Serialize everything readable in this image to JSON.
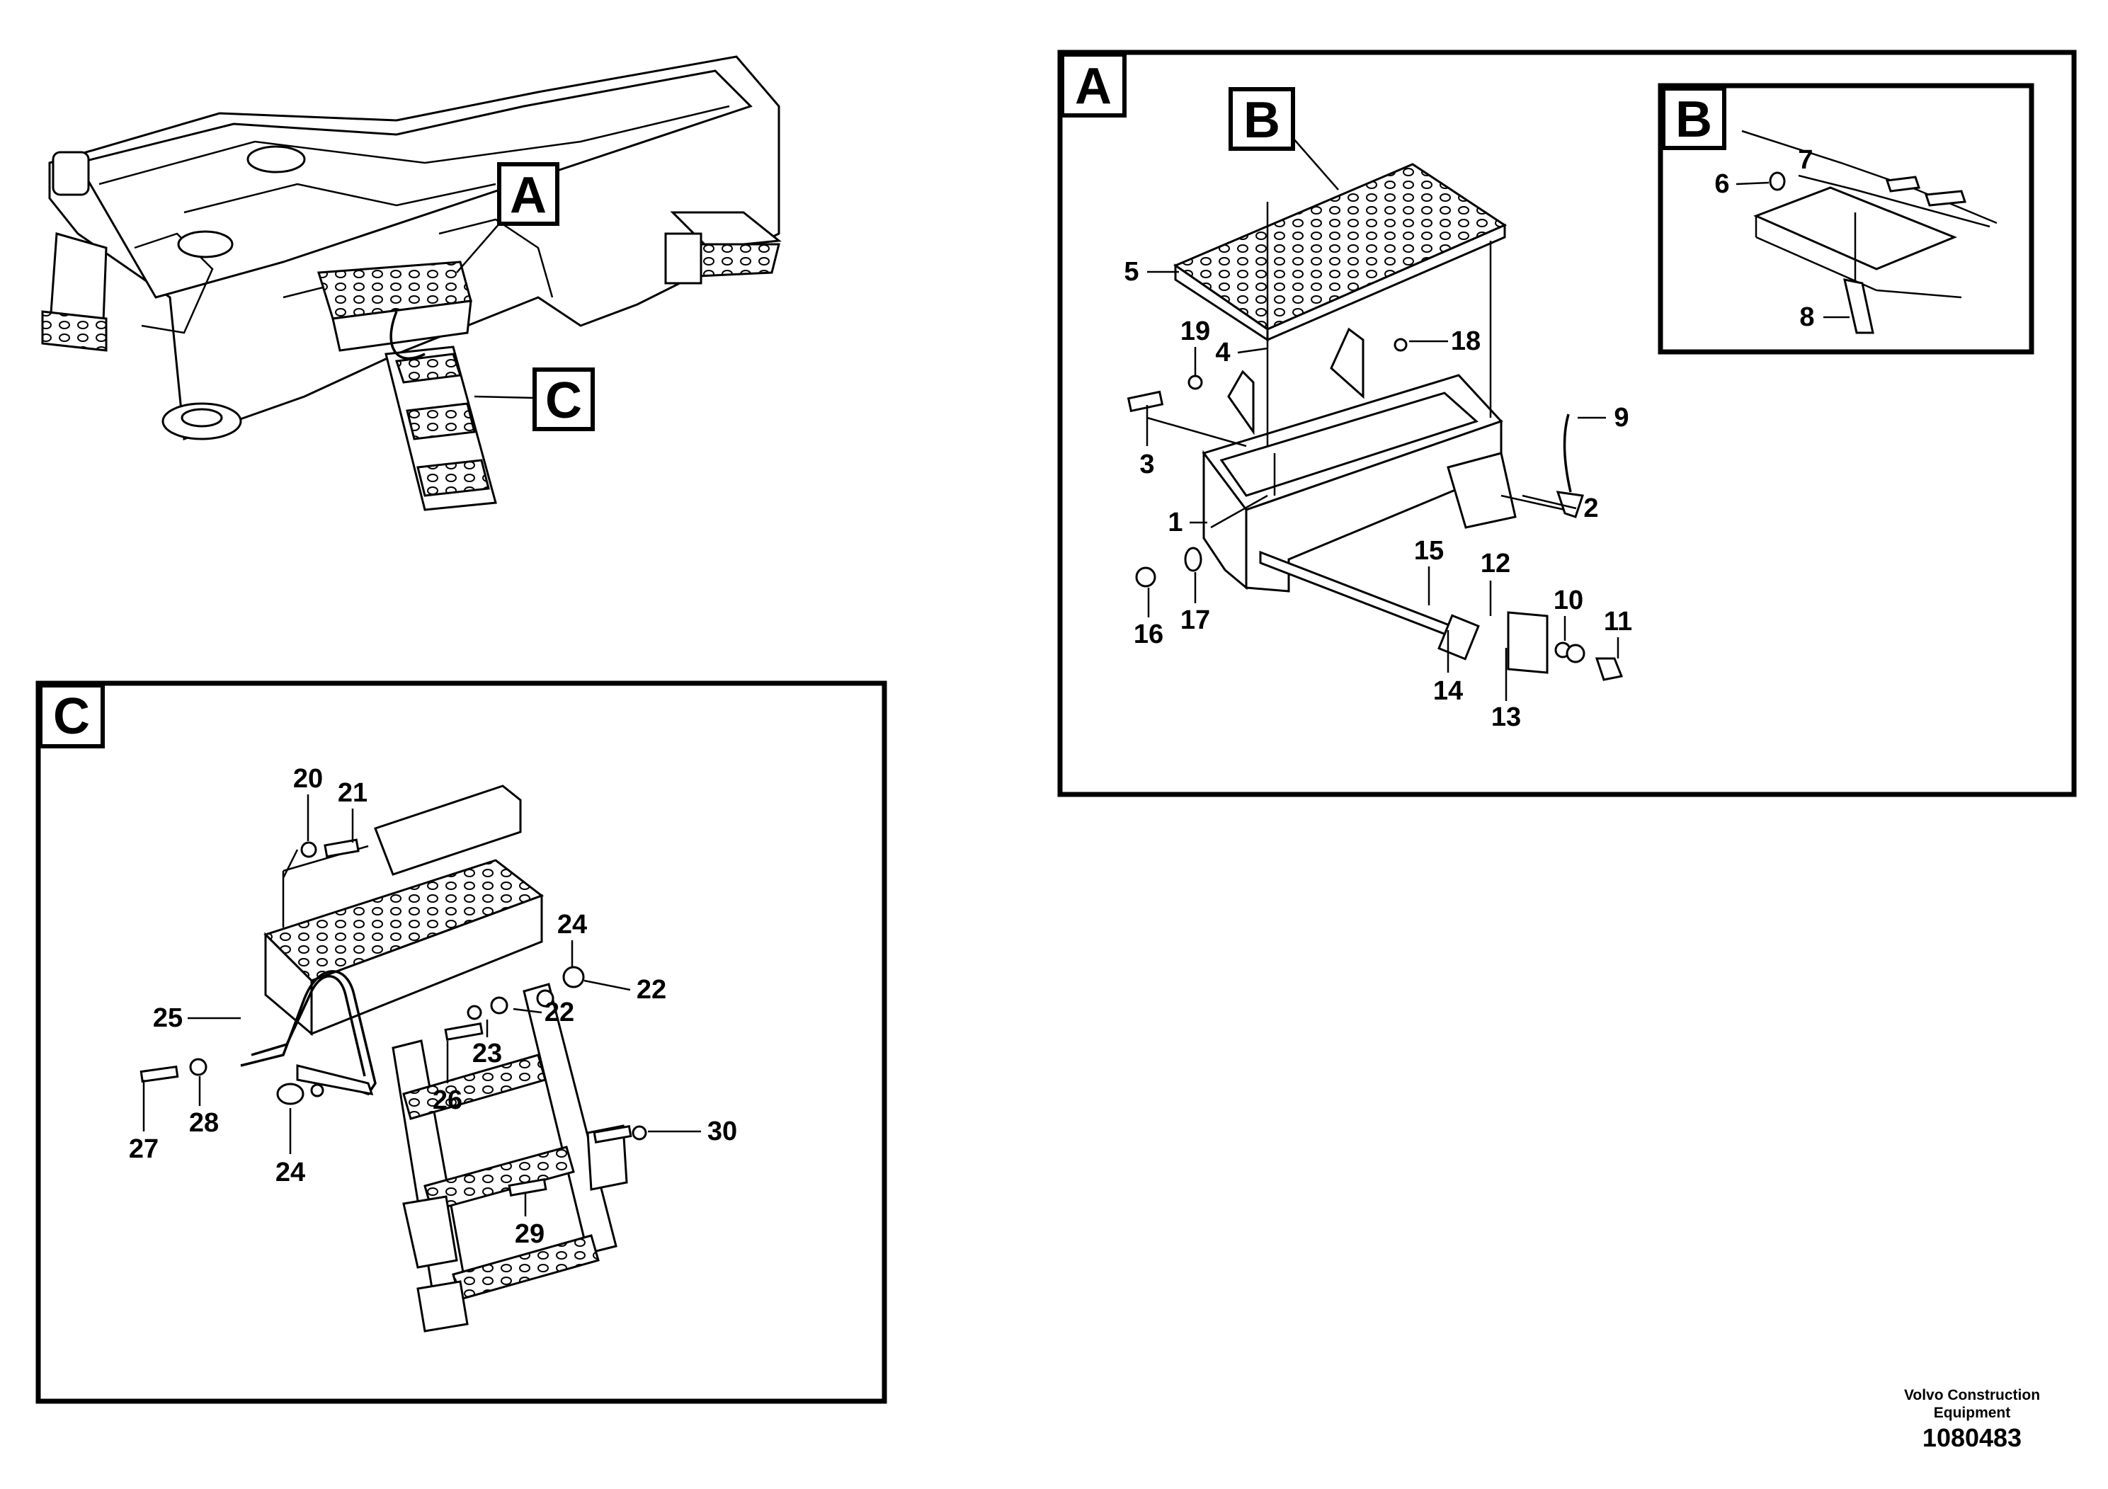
{
  "panels": {
    "A": {
      "letter": "A",
      "sub_letter": "B"
    },
    "B": {
      "letter": "B"
    },
    "C": {
      "letter": "C"
    }
  },
  "overview_callouts": [
    "A",
    "C"
  ],
  "part_labels_A": [
    "1",
    "2",
    "3",
    "4",
    "5",
    "9",
    "10",
    "11",
    "12",
    "13",
    "14",
    "15",
    "16",
    "17",
    "18",
    "19"
  ],
  "part_labels_B": [
    "6",
    "7",
    "8"
  ],
  "part_labels_C": [
    "20",
    "21",
    "22",
    "22",
    "23",
    "24",
    "24",
    "25",
    "26",
    "27",
    "28",
    "29",
    "30"
  ],
  "footer": {
    "brand": "Volvo Construction Equipment",
    "drawing_number": "1080483"
  }
}
